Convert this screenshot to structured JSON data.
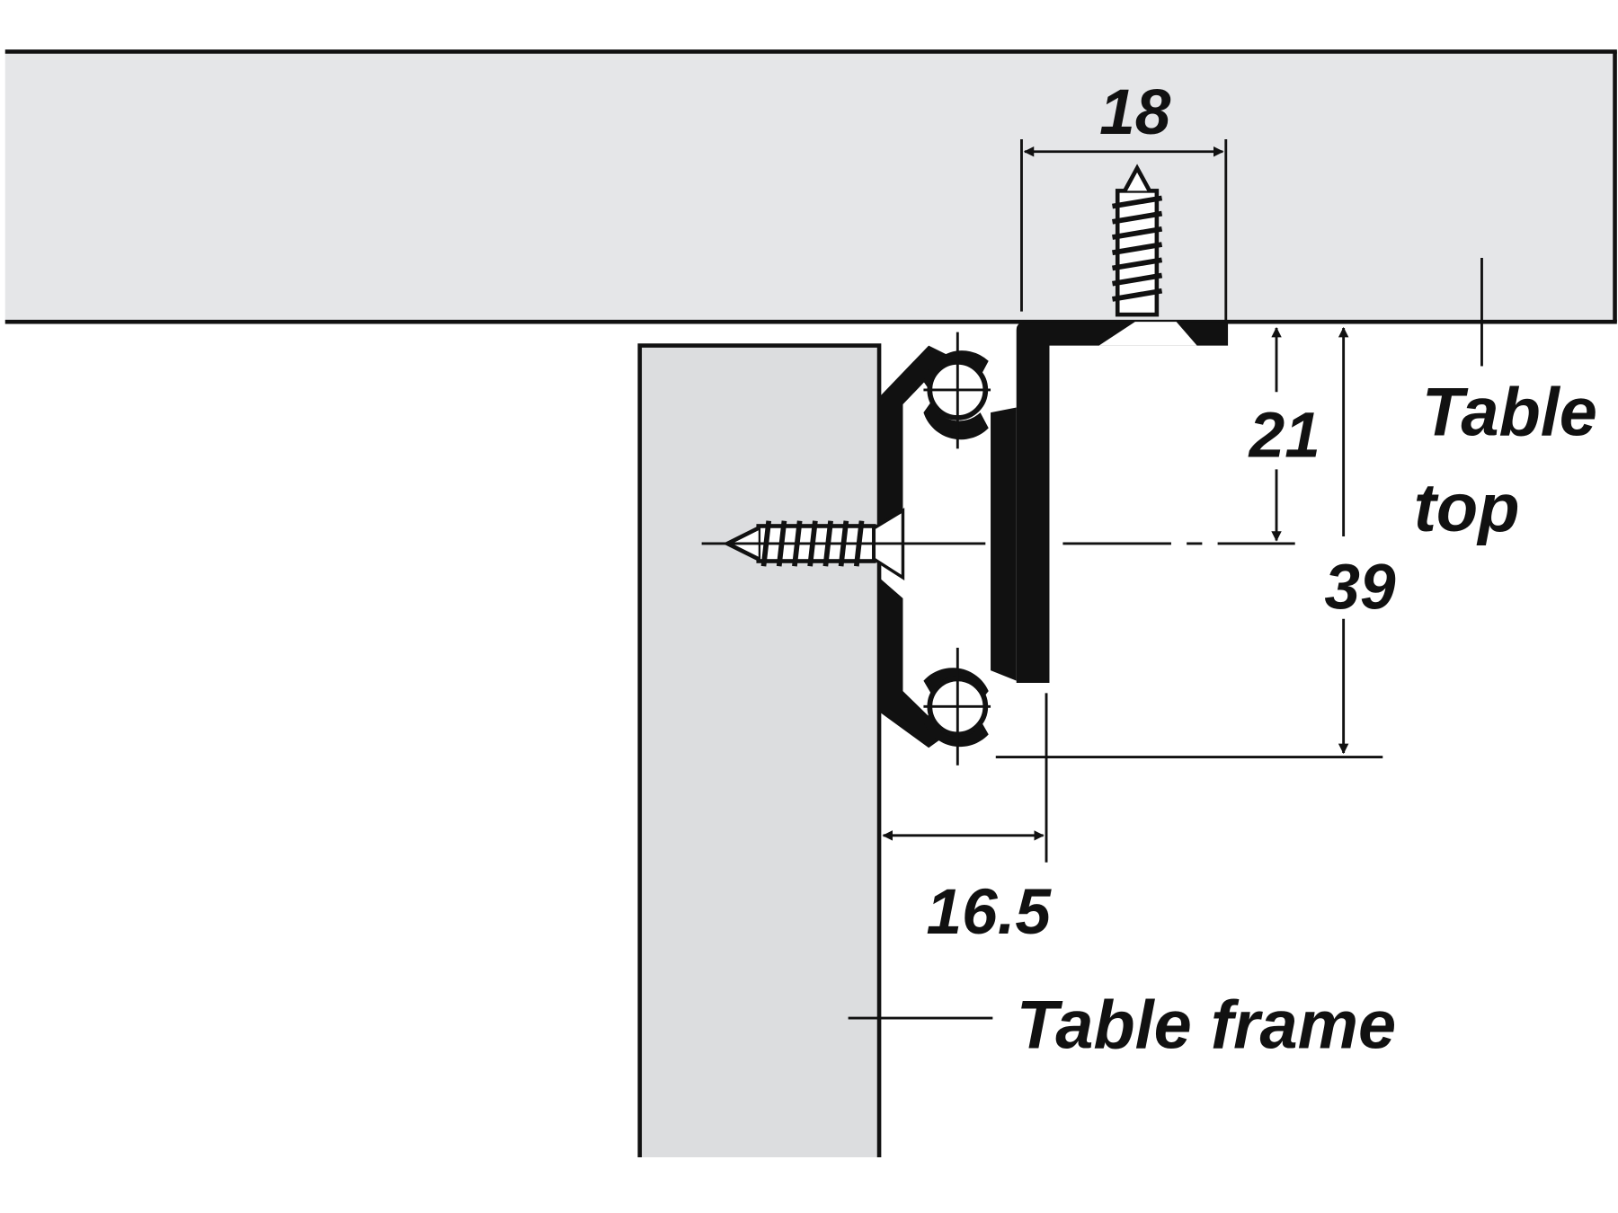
{
  "labels": {
    "table_top_line1": "Table",
    "table_top_line2": "top",
    "table_frame": "Table frame"
  },
  "dimensions": {
    "screw_spacing_width": "18",
    "screw_center_height": "21",
    "bracket_height": "39",
    "bracket_depth": "16.5"
  },
  "colors": {
    "table_top_fill": "#e5e6e8",
    "table_frame_fill": "#dcdddf",
    "line": "#111111"
  }
}
